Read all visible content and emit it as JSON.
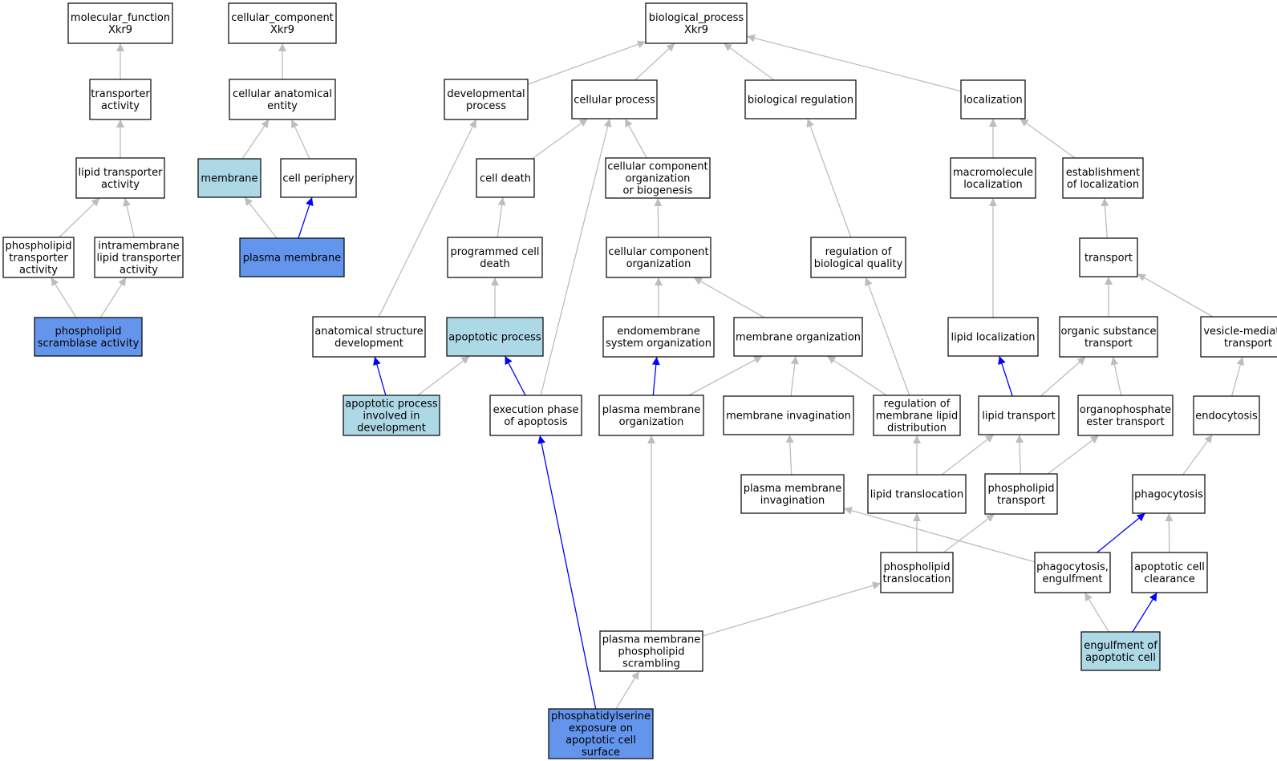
{
  "colors": {
    "default_fill": "#ffffff",
    "light_fill": "#add8e6",
    "dark_fill": "#6495ed",
    "edge_gray": "#bdbdbd",
    "edge_blue": "#0000ff"
  },
  "nodes": [
    {
      "id": "mf",
      "lines": [
        "molecular_function",
        "Xkr9"
      ],
      "fill": "default"
    },
    {
      "id": "ta",
      "lines": [
        "transporter",
        "activity"
      ],
      "fill": "default"
    },
    {
      "id": "lta",
      "lines": [
        "lipid transporter",
        "activity"
      ],
      "fill": "default"
    },
    {
      "id": "pta",
      "lines": [
        "phospholipid",
        "transporter",
        "activity"
      ],
      "fill": "default"
    },
    {
      "id": "ilta",
      "lines": [
        "intramembrane",
        "lipid transporter",
        "activity"
      ],
      "fill": "default"
    },
    {
      "id": "psa",
      "lines": [
        "phospholipid",
        "scramblase activity"
      ],
      "fill": "dark"
    },
    {
      "id": "cc",
      "lines": [
        "cellular_component",
        "Xkr9"
      ],
      "fill": "default"
    },
    {
      "id": "cae",
      "lines": [
        "cellular anatomical",
        "entity"
      ],
      "fill": "default"
    },
    {
      "id": "mem",
      "lines": [
        "membrane"
      ],
      "fill": "light"
    },
    {
      "id": "cp",
      "lines": [
        "cell periphery"
      ],
      "fill": "default"
    },
    {
      "id": "pm",
      "lines": [
        "plasma membrane"
      ],
      "fill": "dark"
    },
    {
      "id": "bp",
      "lines": [
        "biological_process",
        "Xkr9"
      ],
      "fill": "default"
    },
    {
      "id": "dp",
      "lines": [
        "developmental",
        "process"
      ],
      "fill": "default"
    },
    {
      "id": "cproc",
      "lines": [
        "cellular process"
      ],
      "fill": "default"
    },
    {
      "id": "breg",
      "lines": [
        "biological regulation"
      ],
      "fill": "default"
    },
    {
      "id": "loc",
      "lines": [
        "localization"
      ],
      "fill": "default"
    },
    {
      "id": "cd",
      "lines": [
        "cell death"
      ],
      "fill": "default"
    },
    {
      "id": "ccob",
      "lines": [
        "cellular component",
        "organization",
        "or biogenesis"
      ],
      "fill": "default"
    },
    {
      "id": "mloc",
      "lines": [
        "macromolecule",
        "localization"
      ],
      "fill": "default"
    },
    {
      "id": "eloc",
      "lines": [
        "establishment",
        "of localization"
      ],
      "fill": "default"
    },
    {
      "id": "pcd",
      "lines": [
        "programmed cell",
        "death"
      ],
      "fill": "default"
    },
    {
      "id": "cco",
      "lines": [
        "cellular component",
        "organization"
      ],
      "fill": "default"
    },
    {
      "id": "rbq",
      "lines": [
        "regulation of",
        "biological quality"
      ],
      "fill": "default"
    },
    {
      "id": "trans",
      "lines": [
        "transport"
      ],
      "fill": "default"
    },
    {
      "id": "asd",
      "lines": [
        "anatomical structure",
        "development"
      ],
      "fill": "default"
    },
    {
      "id": "ap",
      "lines": [
        "apoptotic process"
      ],
      "fill": "light"
    },
    {
      "id": "eso",
      "lines": [
        "endomembrane",
        "system organization"
      ],
      "fill": "default"
    },
    {
      "id": "mo",
      "lines": [
        "membrane organization"
      ],
      "fill": "default"
    },
    {
      "id": "lloc",
      "lines": [
        "lipid localization"
      ],
      "fill": "default"
    },
    {
      "id": "ost",
      "lines": [
        "organic substance",
        "transport"
      ],
      "fill": "default"
    },
    {
      "id": "vmt",
      "lines": [
        "vesicle-mediated",
        "transport"
      ],
      "fill": "default"
    },
    {
      "id": "apid",
      "lines": [
        "apoptotic process",
        "involved in",
        "development"
      ],
      "fill": "light"
    },
    {
      "id": "epa",
      "lines": [
        "execution phase",
        "of apoptosis"
      ],
      "fill": "default"
    },
    {
      "id": "pmo",
      "lines": [
        "plasma membrane",
        "organization"
      ],
      "fill": "default"
    },
    {
      "id": "minv",
      "lines": [
        "membrane invagination"
      ],
      "fill": "default"
    },
    {
      "id": "rmld",
      "lines": [
        "regulation of",
        "membrane lipid",
        "distribution"
      ],
      "fill": "default"
    },
    {
      "id": "lt",
      "lines": [
        "lipid transport"
      ],
      "fill": "default"
    },
    {
      "id": "oet",
      "lines": [
        "organophosphate",
        "ester transport"
      ],
      "fill": "default"
    },
    {
      "id": "endo",
      "lines": [
        "endocytosis"
      ],
      "fill": "default"
    },
    {
      "id": "pminv",
      "lines": [
        "plasma membrane",
        "invagination"
      ],
      "fill": "default"
    },
    {
      "id": "ltl",
      "lines": [
        "lipid translocation"
      ],
      "fill": "default"
    },
    {
      "id": "plt",
      "lines": [
        "phospholipid",
        "transport"
      ],
      "fill": "default"
    },
    {
      "id": "phago",
      "lines": [
        "phagocytosis"
      ],
      "fill": "default"
    },
    {
      "id": "pltl",
      "lines": [
        "phospholipid",
        "translocation"
      ],
      "fill": "default"
    },
    {
      "id": "phen",
      "lines": [
        "phagocytosis,",
        "engulfment"
      ],
      "fill": "default"
    },
    {
      "id": "acc",
      "lines": [
        "apoptotic cell",
        "clearance"
      ],
      "fill": "default"
    },
    {
      "id": "pmps",
      "lines": [
        "plasma membrane",
        "phospholipid",
        "scrambling"
      ],
      "fill": "default"
    },
    {
      "id": "eac",
      "lines": [
        "engulfment of",
        "apoptotic cell"
      ],
      "fill": "light"
    },
    {
      "id": "pse",
      "lines": [
        "phosphatidylserine",
        "exposure on",
        "apoptotic cell",
        "surface"
      ],
      "fill": "dark"
    }
  ],
  "edges": [
    {
      "from": "ta",
      "to": "mf",
      "color": "gray"
    },
    {
      "from": "lta",
      "to": "ta",
      "color": "gray"
    },
    {
      "from": "pta",
      "to": "lta",
      "color": "gray"
    },
    {
      "from": "ilta",
      "to": "lta",
      "color": "gray"
    },
    {
      "from": "psa",
      "to": "pta",
      "color": "gray"
    },
    {
      "from": "psa",
      "to": "ilta",
      "color": "gray"
    },
    {
      "from": "cae",
      "to": "cc",
      "color": "gray"
    },
    {
      "from": "mem",
      "to": "cae",
      "color": "gray"
    },
    {
      "from": "cp",
      "to": "cae",
      "color": "gray"
    },
    {
      "from": "pm",
      "to": "mem",
      "color": "gray"
    },
    {
      "from": "pm",
      "to": "cp",
      "color": "blue"
    },
    {
      "from": "dp",
      "to": "bp",
      "color": "gray"
    },
    {
      "from": "cproc",
      "to": "bp",
      "color": "gray"
    },
    {
      "from": "breg",
      "to": "bp",
      "color": "gray"
    },
    {
      "from": "loc",
      "to": "bp",
      "color": "gray"
    },
    {
      "from": "cd",
      "to": "cproc",
      "color": "gray"
    },
    {
      "from": "ccob",
      "to": "cproc",
      "color": "gray"
    },
    {
      "from": "epa",
      "to": "cproc",
      "color": "gray"
    },
    {
      "from": "mloc",
      "to": "loc",
      "color": "gray"
    },
    {
      "from": "eloc",
      "to": "loc",
      "color": "gray"
    },
    {
      "from": "pcd",
      "to": "cd",
      "color": "gray"
    },
    {
      "from": "cco",
      "to": "ccob",
      "color": "gray"
    },
    {
      "from": "rbq",
      "to": "breg",
      "color": "gray"
    },
    {
      "from": "trans",
      "to": "eloc",
      "color": "gray"
    },
    {
      "from": "asd",
      "to": "dp",
      "color": "gray"
    },
    {
      "from": "ap",
      "to": "pcd",
      "color": "gray"
    },
    {
      "from": "eso",
      "to": "cco",
      "color": "gray"
    },
    {
      "from": "mo",
      "to": "cco",
      "color": "gray"
    },
    {
      "from": "lloc",
      "to": "mloc",
      "color": "gray"
    },
    {
      "from": "ost",
      "to": "trans",
      "color": "gray"
    },
    {
      "from": "vmt",
      "to": "trans",
      "color": "gray"
    },
    {
      "from": "apid",
      "to": "asd",
      "color": "blue"
    },
    {
      "from": "apid",
      "to": "ap",
      "color": "gray"
    },
    {
      "from": "epa",
      "to": "ap",
      "color": "blue"
    },
    {
      "from": "pmo",
      "to": "eso",
      "color": "blue"
    },
    {
      "from": "pmo",
      "to": "mo",
      "color": "gray"
    },
    {
      "from": "minv",
      "to": "mo",
      "color": "gray"
    },
    {
      "from": "rmld",
      "to": "mo",
      "color": "gray"
    },
    {
      "from": "rmld",
      "to": "rbq",
      "color": "gray"
    },
    {
      "from": "lt",
      "to": "lloc",
      "color": "blue"
    },
    {
      "from": "lt",
      "to": "ost",
      "color": "gray"
    },
    {
      "from": "oet",
      "to": "ost",
      "color": "gray"
    },
    {
      "from": "endo",
      "to": "vmt",
      "color": "gray"
    },
    {
      "from": "pminv",
      "to": "minv",
      "color": "gray"
    },
    {
      "from": "ltl",
      "to": "rmld",
      "color": "gray"
    },
    {
      "from": "ltl",
      "to": "lt",
      "color": "gray"
    },
    {
      "from": "plt",
      "to": "lt",
      "color": "gray"
    },
    {
      "from": "plt",
      "to": "oet",
      "color": "gray"
    },
    {
      "from": "phago",
      "to": "endo",
      "color": "gray"
    },
    {
      "from": "pltl",
      "to": "ltl",
      "color": "gray"
    },
    {
      "from": "pltl",
      "to": "plt",
      "color": "gray"
    },
    {
      "from": "phen",
      "to": "pminv",
      "color": "gray"
    },
    {
      "from": "phen",
      "to": "phago",
      "color": "blue"
    },
    {
      "from": "acc",
      "to": "phago",
      "color": "gray"
    },
    {
      "from": "pmps",
      "to": "pmo",
      "color": "gray"
    },
    {
      "from": "pmps",
      "to": "pltl",
      "color": "gray"
    },
    {
      "from": "eac",
      "to": "phen",
      "color": "gray"
    },
    {
      "from": "eac",
      "to": "acc",
      "color": "blue"
    },
    {
      "from": "pse",
      "to": "epa",
      "color": "blue"
    },
    {
      "from": "pse",
      "to": "pmps",
      "color": "gray"
    }
  ]
}
